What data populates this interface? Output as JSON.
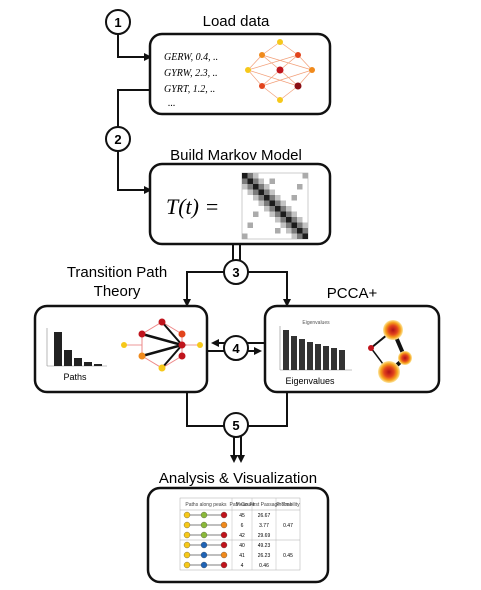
{
  "steps": {
    "s1": {
      "number": "1",
      "title": "Load data"
    },
    "s2": {
      "number": "2",
      "title": "Build Markov Model"
    },
    "s3": {
      "number": "3"
    },
    "s4": {
      "number": "4"
    },
    "s5": {
      "number": "5"
    }
  },
  "load_data": {
    "lines": [
      "GERW, 0.4, ..",
      "GYRW, 2.3, ..",
      "GYRT, 1.2, ..",
      "..."
    ]
  },
  "markov": {
    "formula": "T(t) ="
  },
  "tpt": {
    "title_line1": "Transition Path",
    "title_line2": "Theory",
    "chart_label": "Paths"
  },
  "pcca": {
    "title": "PCCA+",
    "chart_label": "Eigenvalues",
    "chart_title": "Eigenvalues"
  },
  "analysis": {
    "title": "Analysis & Visualization",
    "table": {
      "headers": [
        "Paths along peaks",
        "Path Count",
        "Mean First Passage Time",
        "Probability"
      ],
      "rows": [
        {
          "count": "45",
          "time": "26.67",
          "prob": ""
        },
        {
          "count": "6",
          "time": "3.77",
          "prob": "0.47"
        },
        {
          "count": "42",
          "time": "29.69",
          "prob": ""
        },
        {
          "count": "40",
          "time": "49.23",
          "prob": ""
        },
        {
          "count": "41",
          "time": "26.23",
          "prob": "0.45"
        },
        {
          "count": "4",
          "time": "0.46",
          "prob": ""
        }
      ]
    }
  },
  "colors": {
    "stroke": "#111111",
    "node_red": "#c0141c",
    "node_orange": "#f08a1c",
    "node_yellow": "#f6c81a",
    "node_green": "#8ab83a",
    "node_blue": "#1f63b5"
  }
}
